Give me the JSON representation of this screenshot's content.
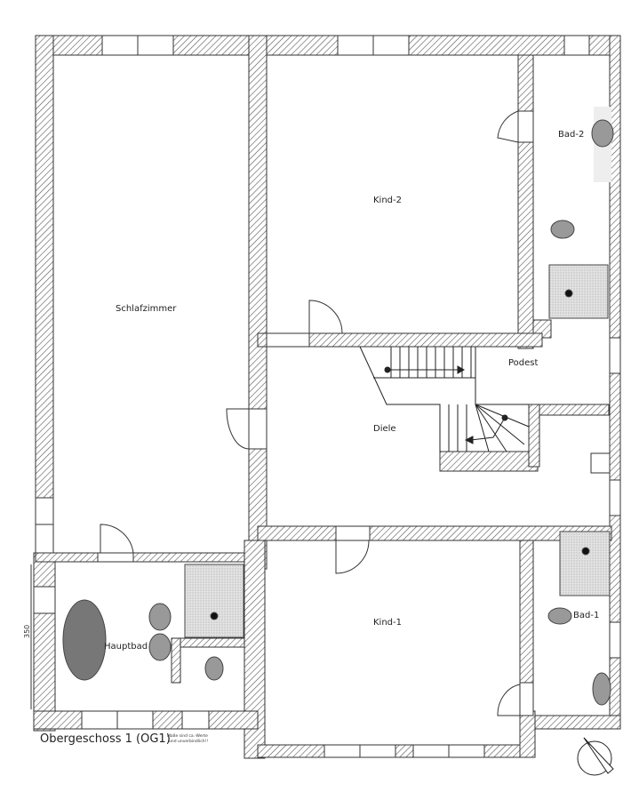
{
  "plan": {
    "title": "Obergeschoss 1 (OG1)",
    "note_line1": "Maße sind ca.-Werte",
    "note_line2": "und unverbindlich!!",
    "dimension": "350",
    "rooms": {
      "schlafzimmer": "Schlafzimmer",
      "kind2": "Kind-2",
      "bad2": "Bad-2",
      "podest": "Podest",
      "diele": "Diele",
      "kind1": "Kind-1",
      "bad1": "Bad-1",
      "hauptbad": "Hauptbad"
    }
  },
  "colors": {
    "wall": "#555555",
    "fixture": "#9a9a9a",
    "shower": "#d8d8d8"
  }
}
